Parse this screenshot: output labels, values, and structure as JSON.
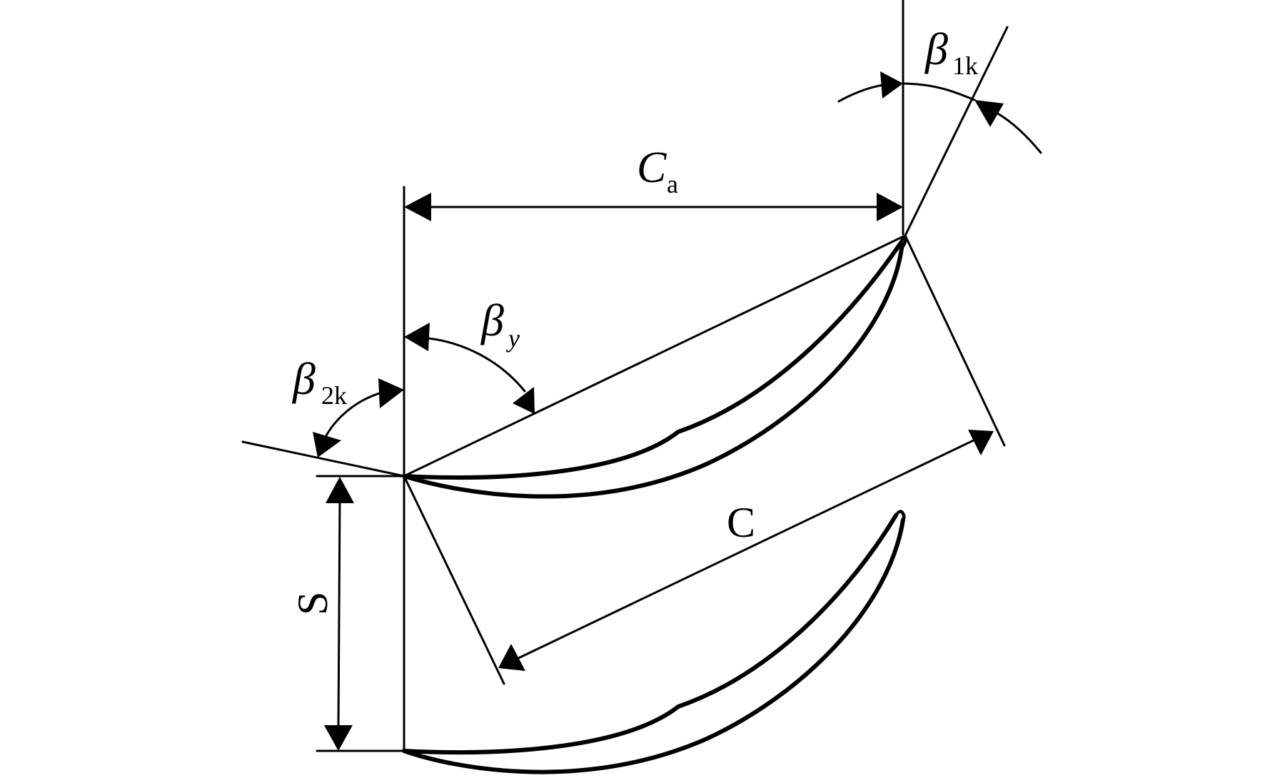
{
  "figure": {
    "labels": {
      "beta_1k": {
        "symbol": "β",
        "subscript": "1k"
      },
      "beta_2k": {
        "symbol": "β",
        "subscript": "2k"
      },
      "beta_y": {
        "symbol": "β",
        "subscript": "y"
      },
      "axial_chord": {
        "symbol": "C",
        "subscript": "a"
      },
      "chord": {
        "symbol": "C"
      },
      "pitch": {
        "symbol": "S"
      }
    },
    "colors": {
      "line": "#000000",
      "background": "#ffffff"
    }
  }
}
